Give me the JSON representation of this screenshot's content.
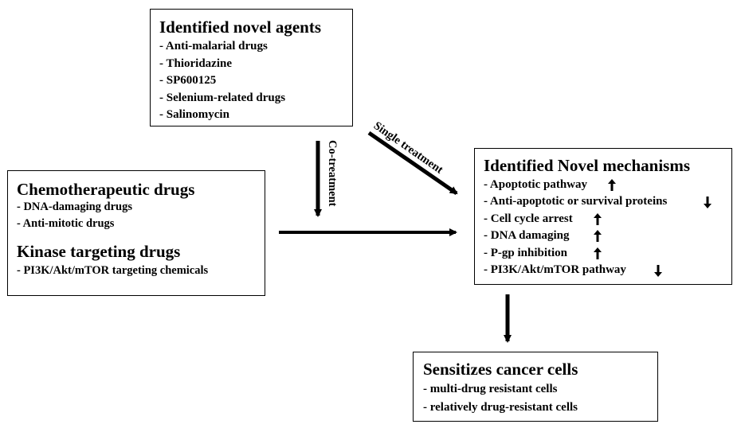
{
  "agents": {
    "title": "Identified novel agents",
    "items": [
      "- Anti-malarial drugs",
      "- Thioridazine",
      "- SP600125",
      "- Selenium-related drugs",
      "- Salinomycin"
    ]
  },
  "chemo": {
    "title": "Chemotherapeutic drugs",
    "items": [
      "- DNA-damaging drugs",
      "- Anti-mitotic drugs"
    ],
    "kinase_title": "Kinase targeting drugs",
    "kinase_items": [
      "- PI3K/Akt/mTOR targeting chemicals"
    ]
  },
  "mechanisms": {
    "title": "Identified Novel mechanisms",
    "items": [
      {
        "text": "- Apoptotic pathway",
        "direction": "up"
      },
      {
        "text": "- Anti-apoptotic or survival proteins",
        "direction": "down"
      },
      {
        "text": "- Cell cycle arrest",
        "direction": "up"
      },
      {
        "text": "- DNA damaging",
        "direction": "up"
      },
      {
        "text": "- P-gp inhibition",
        "direction": "up"
      },
      {
        "text": "- PI3K/Akt/mTOR pathway",
        "direction": "down"
      }
    ]
  },
  "sensitizes": {
    "title": "Sensitizes cancer cells",
    "items": [
      "- multi-drug resistant cells",
      "- relatively drug-resistant cells"
    ]
  },
  "edges": {
    "co_treatment": "Co-treatment",
    "single_treatment": "Single treatment"
  },
  "indicators": {
    "up": "🠕",
    "down": "🠗"
  }
}
